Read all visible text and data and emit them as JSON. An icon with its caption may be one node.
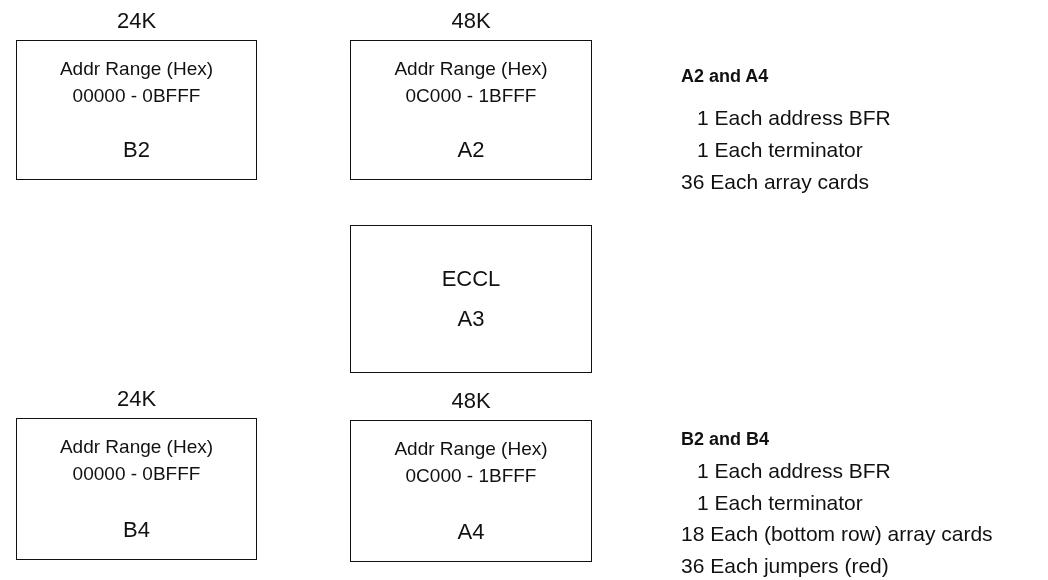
{
  "diagram": {
    "nodes": [
      {
        "text": [
          "24K",
          "Addr Range (Hex) 00000 - 0BFFF",
          "B2"
        ]
      },
      {
        "text": [
          "48K",
          "Addr Range (Hex) 0C000 - 1BFFF",
          "A2"
        ]
      },
      {
        "text": [
          "ECCL",
          "A3"
        ]
      },
      {
        "text": [
          "24K",
          "Addr Range (Hex) 00000 - 0BFFF",
          "B4"
        ]
      },
      {
        "text": [
          "48K",
          "Addr Range (Hex) 0C000 - 1BFFF",
          "A4"
        ]
      }
    ],
    "edges": [],
    "labels": [
      "A2 and A4",
      "1 Each address BFR",
      "1 Each terminator",
      "36 Each array cards",
      "B2 and B4",
      "1 Each address BFR",
      "1 Each terminator",
      "18 Each (bottom row) array cards",
      "36 Each jumpers (red)"
    ]
  }
}
